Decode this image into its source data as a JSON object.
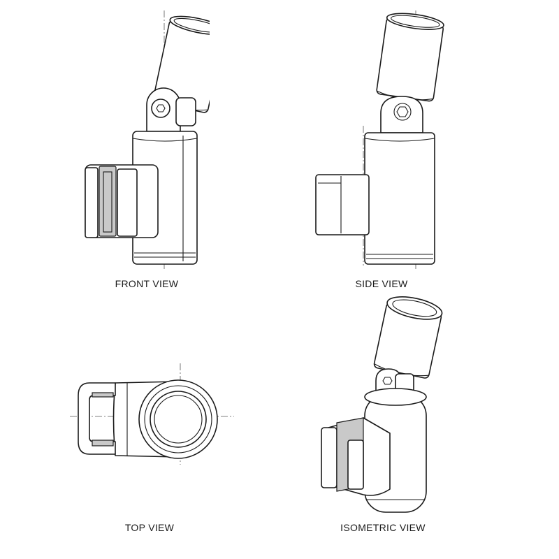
{
  "views": [
    {
      "id": "front",
      "label": "FRONT VIEW"
    },
    {
      "id": "side",
      "label": "SIDE VIEW"
    },
    {
      "id": "top",
      "label": "TOP VIEW"
    },
    {
      "id": "isometric",
      "label": "ISOMETRIC VIEW"
    }
  ],
  "colors": {
    "line": "#1a1a1a",
    "rubber_pad": "#c9c9c9",
    "centerline": "#555555",
    "background": "#ffffff"
  }
}
